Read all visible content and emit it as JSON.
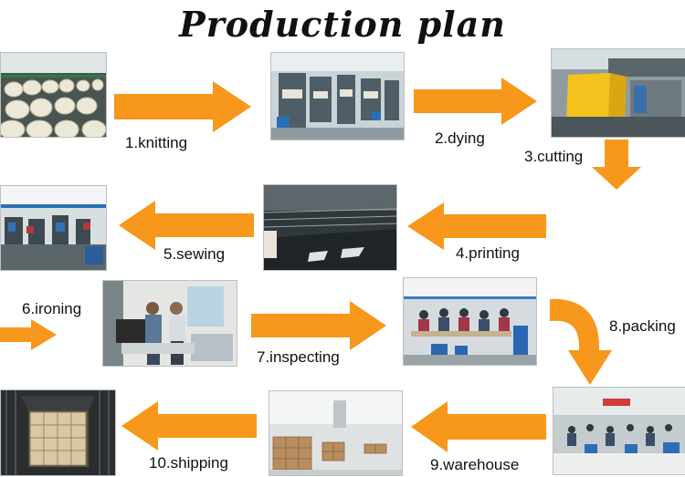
{
  "title": "Production plan",
  "colors": {
    "arrow": "#f7971c",
    "background": "#ffffff",
    "text": "#111111"
  },
  "steps": [
    {
      "label": "1.knitting"
    },
    {
      "label": "2.dying"
    },
    {
      "label": "3.cutting"
    },
    {
      "label": "4.printing"
    },
    {
      "label": "5.sewing"
    },
    {
      "label": "6.ironing"
    },
    {
      "label": "7.inspecting"
    },
    {
      "label": "8.packing"
    },
    {
      "label": "9.warehouse"
    },
    {
      "label": "10.shipping"
    }
  ]
}
